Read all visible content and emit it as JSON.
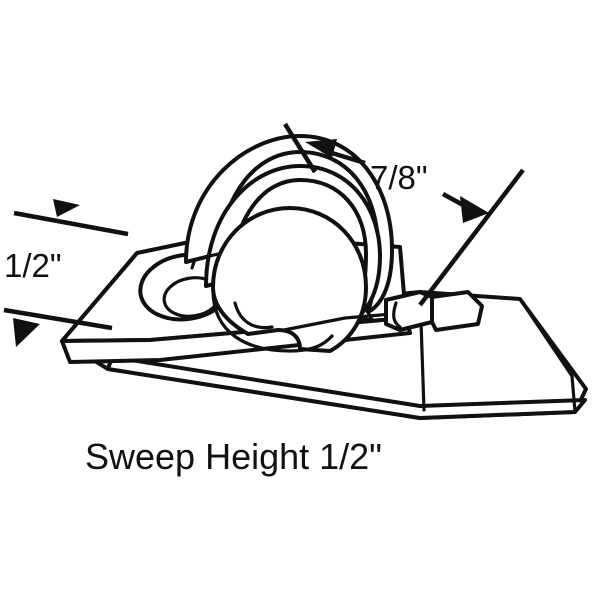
{
  "drawing": {
    "title": "Window Roller Sweep Assembly Line Drawing",
    "background_color": "#ffffff",
    "line_color": "#111111",
    "type": "technical-line-drawing",
    "view": "isometric"
  },
  "dimensions": {
    "height_label": "1/2\"",
    "width_label": "7/8\""
  },
  "caption": {
    "text": "Sweep Height 1/2\""
  },
  "parts": {
    "base_plate": "base-plate",
    "mounting_hole": "countersunk-mounting-hole",
    "roller_wheel": "roller-wheel",
    "roller_housing": "roller-housing-shroud",
    "tapered_arm": "tapered-sweep-arm",
    "arm_boss": "raised-boss-tab"
  }
}
